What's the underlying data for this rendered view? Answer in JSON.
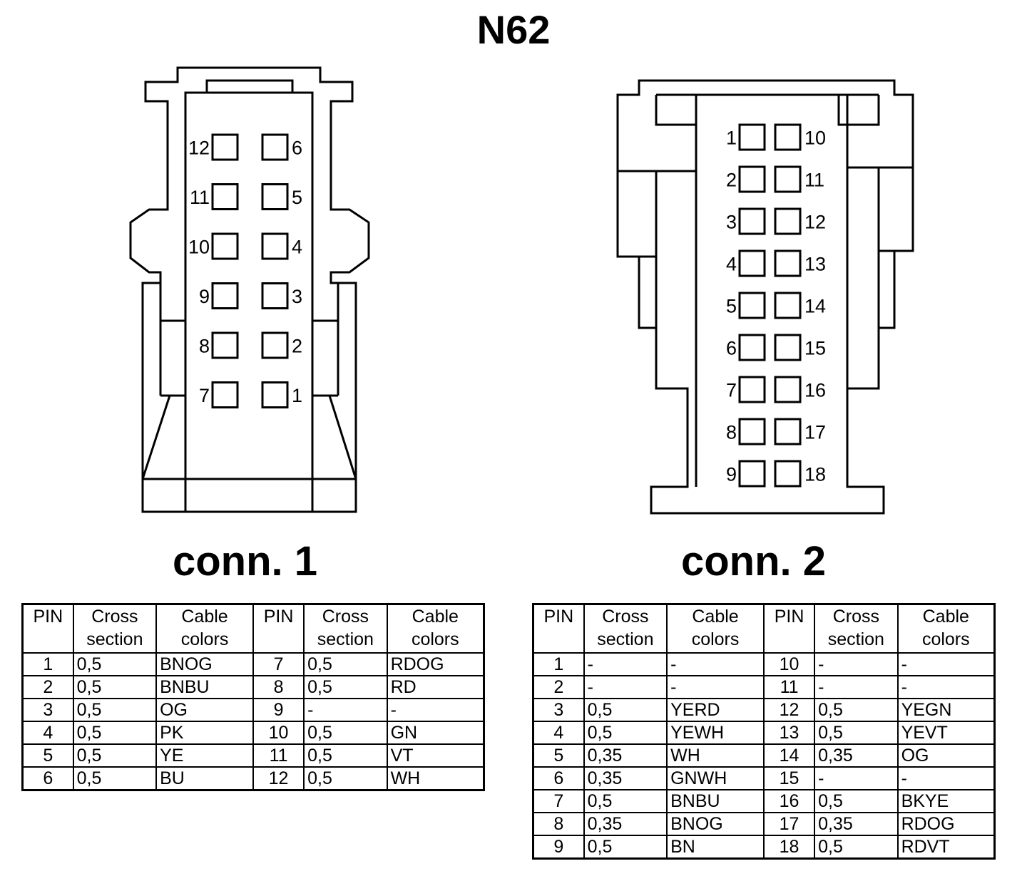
{
  "title": "N62",
  "connectors": [
    {
      "label": "conn. 1",
      "pin_rows": [
        {
          "left": "12",
          "right": "6"
        },
        {
          "left": "11",
          "right": "5"
        },
        {
          "left": "10",
          "right": "4"
        },
        {
          "left": "9",
          "right": "3"
        },
        {
          "left": "8",
          "right": "2"
        },
        {
          "left": "7",
          "right": "1"
        }
      ],
      "headers": [
        "PIN",
        "Cross section",
        "Cable colors",
        "PIN",
        "Cross section",
        "Cable colors"
      ],
      "rows": [
        [
          "1",
          "0,5",
          "BNOG",
          "7",
          "0,5",
          "RDOG"
        ],
        [
          "2",
          "0,5",
          "BNBU",
          "8",
          "0,5",
          "RD"
        ],
        [
          "3",
          "0,5",
          "OG",
          "9",
          "-",
          "-"
        ],
        [
          "4",
          "0,5",
          "PK",
          "10",
          "0,5",
          "GN"
        ],
        [
          "5",
          "0,5",
          "YE",
          "11",
          "0,5",
          "VT"
        ],
        [
          "6",
          "0,5",
          "BU",
          "12",
          "0,5",
          "WH"
        ]
      ]
    },
    {
      "label": "conn. 2",
      "pin_rows": [
        {
          "left": "1",
          "right": "10"
        },
        {
          "left": "2",
          "right": "11"
        },
        {
          "left": "3",
          "right": "12"
        },
        {
          "left": "4",
          "right": "13"
        },
        {
          "left": "5",
          "right": "14"
        },
        {
          "left": "6",
          "right": "15"
        },
        {
          "left": "7",
          "right": "16"
        },
        {
          "left": "8",
          "right": "17"
        },
        {
          "left": "9",
          "right": "18"
        }
      ],
      "headers": [
        "PIN",
        "Cross section",
        "Cable colors",
        "PIN",
        "Cross section",
        "Cable colors"
      ],
      "rows": [
        [
          "1",
          "-",
          "-",
          "10",
          "-",
          "-"
        ],
        [
          "2",
          "-",
          "-",
          "11",
          "-",
          "-"
        ],
        [
          "3",
          "0,5",
          "YERD",
          "12",
          "0,5",
          "YEGN"
        ],
        [
          "4",
          "0,5",
          "YEWH",
          "13",
          "0,5",
          "YEVT"
        ],
        [
          "5",
          "0,35",
          "WH",
          "14",
          "0,35",
          "OG"
        ],
        [
          "6",
          "0,35",
          "GNWH",
          "15",
          "-",
          "-"
        ],
        [
          "7",
          "0,5",
          "BNBU",
          "16",
          "0,5",
          "BKYE"
        ],
        [
          "8",
          "0,35",
          "BNOG",
          "17",
          "0,35",
          "RDOG"
        ],
        [
          "9",
          "0,5",
          "BN",
          "18",
          "0,5",
          "RDVT"
        ]
      ]
    }
  ]
}
